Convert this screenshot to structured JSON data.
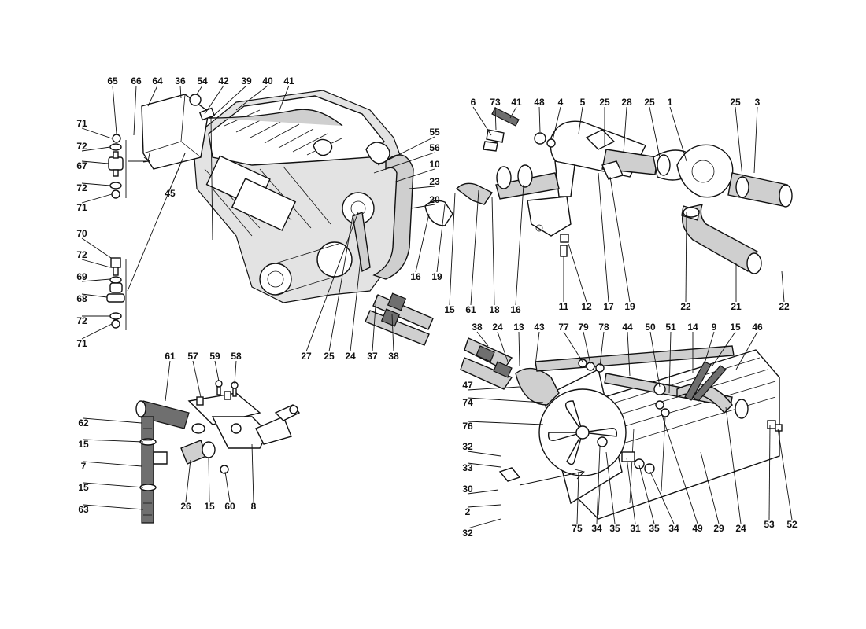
{
  "diagram": {
    "labels": [
      {
        "id": "l65",
        "text": "65"
      },
      {
        "id": "l66",
        "text": "66"
      },
      {
        "id": "l64",
        "text": "64"
      },
      {
        "id": "l36",
        "text": "36"
      },
      {
        "id": "l54",
        "text": "54"
      },
      {
        "id": "l42",
        "text": "42"
      },
      {
        "id": "l39",
        "text": "39"
      },
      {
        "id": "l40",
        "text": "40"
      },
      {
        "id": "l41a",
        "text": "41"
      },
      {
        "id": "l71a",
        "text": "71"
      },
      {
        "id": "l72a",
        "text": "72"
      },
      {
        "id": "l67",
        "text": "67"
      },
      {
        "id": "l72b",
        "text": "72"
      },
      {
        "id": "l71b",
        "text": "71"
      },
      {
        "id": "l45",
        "text": "45"
      },
      {
        "id": "l70",
        "text": "70"
      },
      {
        "id": "l72c",
        "text": "72"
      },
      {
        "id": "l69",
        "text": "69"
      },
      {
        "id": "l68",
        "text": "68"
      },
      {
        "id": "l72d",
        "text": "72"
      },
      {
        "id": "l71c",
        "text": "71"
      },
      {
        "id": "l55",
        "text": "55"
      },
      {
        "id": "l56",
        "text": "56"
      },
      {
        "id": "l10",
        "text": "10"
      },
      {
        "id": "l23",
        "text": "23"
      },
      {
        "id": "l20",
        "text": "20"
      },
      {
        "id": "l27",
        "text": "27"
      },
      {
        "id": "l25a",
        "text": "25"
      },
      {
        "id": "l24a",
        "text": "24"
      },
      {
        "id": "l37",
        "text": "37"
      },
      {
        "id": "l38a",
        "text": "38"
      },
      {
        "id": "l6",
        "text": "6"
      },
      {
        "id": "l73",
        "text": "73"
      },
      {
        "id": "l41b",
        "text": "41"
      },
      {
        "id": "l48",
        "text": "48"
      },
      {
        "id": "l4",
        "text": "4"
      },
      {
        "id": "l5",
        "text": "5"
      },
      {
        "id": "l25b",
        "text": "25"
      },
      {
        "id": "l28",
        "text": "28"
      },
      {
        "id": "l25c",
        "text": "25"
      },
      {
        "id": "l1",
        "text": "1"
      },
      {
        "id": "l25d",
        "text": "25"
      },
      {
        "id": "l3",
        "text": "3"
      },
      {
        "id": "l16a",
        "text": "16"
      },
      {
        "id": "l19a",
        "text": "19"
      },
      {
        "id": "l15a",
        "text": "15"
      },
      {
        "id": "l61a",
        "text": "61"
      },
      {
        "id": "l18",
        "text": "18"
      },
      {
        "id": "l16b",
        "text": "16"
      },
      {
        "id": "l11",
        "text": "11"
      },
      {
        "id": "l12",
        "text": "12"
      },
      {
        "id": "l17",
        "text": "17"
      },
      {
        "id": "l19b",
        "text": "19"
      },
      {
        "id": "l22a",
        "text": "22"
      },
      {
        "id": "l21",
        "text": "21"
      },
      {
        "id": "l22b",
        "text": "22"
      },
      {
        "id": "l38b",
        "text": "38"
      },
      {
        "id": "l24b",
        "text": "24"
      },
      {
        "id": "l13",
        "text": "13"
      },
      {
        "id": "l43",
        "text": "43"
      },
      {
        "id": "l77",
        "text": "77"
      },
      {
        "id": "l79",
        "text": "79"
      },
      {
        "id": "l78",
        "text": "78"
      },
      {
        "id": "l44",
        "text": "44"
      },
      {
        "id": "l50",
        "text": "50"
      },
      {
        "id": "l51",
        "text": "51"
      },
      {
        "id": "l14",
        "text": "14"
      },
      {
        "id": "l9",
        "text": "9"
      },
      {
        "id": "l15b",
        "text": "15"
      },
      {
        "id": "l46",
        "text": "46"
      },
      {
        "id": "l47",
        "text": "47"
      },
      {
        "id": "l74",
        "text": "74"
      },
      {
        "id": "l76",
        "text": "76"
      },
      {
        "id": "l32a",
        "text": "32"
      },
      {
        "id": "l33",
        "text": "33"
      },
      {
        "id": "l30",
        "text": "30"
      },
      {
        "id": "l2",
        "text": "2"
      },
      {
        "id": "l32b",
        "text": "32"
      },
      {
        "id": "l75",
        "text": "75"
      },
      {
        "id": "l34a",
        "text": "34"
      },
      {
        "id": "l35a",
        "text": "35"
      },
      {
        "id": "l31",
        "text": "31"
      },
      {
        "id": "l35b",
        "text": "35"
      },
      {
        "id": "l34b",
        "text": "34"
      },
      {
        "id": "l49",
        "text": "49"
      },
      {
        "id": "l29",
        "text": "29"
      },
      {
        "id": "l24c",
        "text": "24"
      },
      {
        "id": "l53",
        "text": "53"
      },
      {
        "id": "l52",
        "text": "52"
      },
      {
        "id": "l61b",
        "text": "61"
      },
      {
        "id": "l57",
        "text": "57"
      },
      {
        "id": "l59",
        "text": "59"
      },
      {
        "id": "l58",
        "text": "58"
      },
      {
        "id": "l62",
        "text": "62"
      },
      {
        "id": "l15c",
        "text": "15"
      },
      {
        "id": "l7",
        "text": "7"
      },
      {
        "id": "l15d",
        "text": "15"
      },
      {
        "id": "l63",
        "text": "63"
      },
      {
        "id": "l26",
        "text": "26"
      },
      {
        "id": "l15e",
        "text": "15"
      },
      {
        "id": "l60",
        "text": "60"
      },
      {
        "id": "l8",
        "text": "8"
      }
    ]
  }
}
